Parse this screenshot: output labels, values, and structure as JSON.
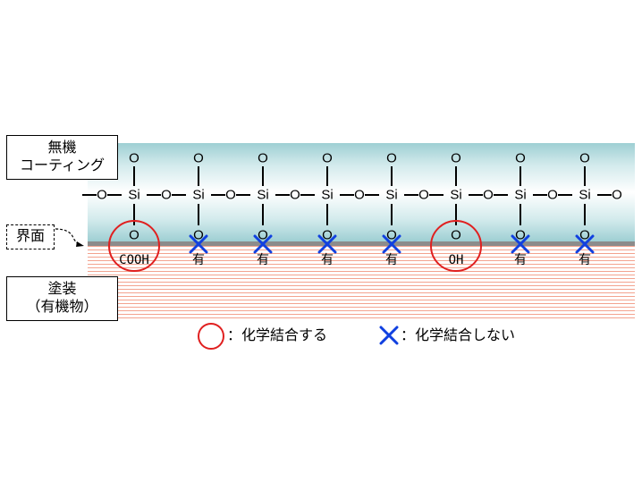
{
  "layers": {
    "coating_label": [
      "無機",
      "コーティング"
    ],
    "interface_label": "界面",
    "paint_label": [
      "塗装",
      "（有機物）"
    ]
  },
  "molecule": {
    "oxygen": "O",
    "silicon": "Si",
    "units": 8,
    "bottom_groups": [
      {
        "text": "COOH",
        "bond": true
      },
      {
        "text": "有",
        "bond": false
      },
      {
        "text": "有",
        "bond": false
      },
      {
        "text": "有",
        "bond": false
      },
      {
        "text": "有",
        "bond": false
      },
      {
        "text": "OH",
        "bond": true
      },
      {
        "text": "有",
        "bond": false
      },
      {
        "text": "有",
        "bond": false
      }
    ]
  },
  "legend": {
    "bond_label": "：化学結合する",
    "no_bond_label": "：化学結合しない",
    "bond_color": "#e02020",
    "no_bond_color": "#1040e0"
  },
  "colors": {
    "coating": "#9ecfd3",
    "interface": "#8c8c8c",
    "paint_hatch": "#f3a38f"
  }
}
